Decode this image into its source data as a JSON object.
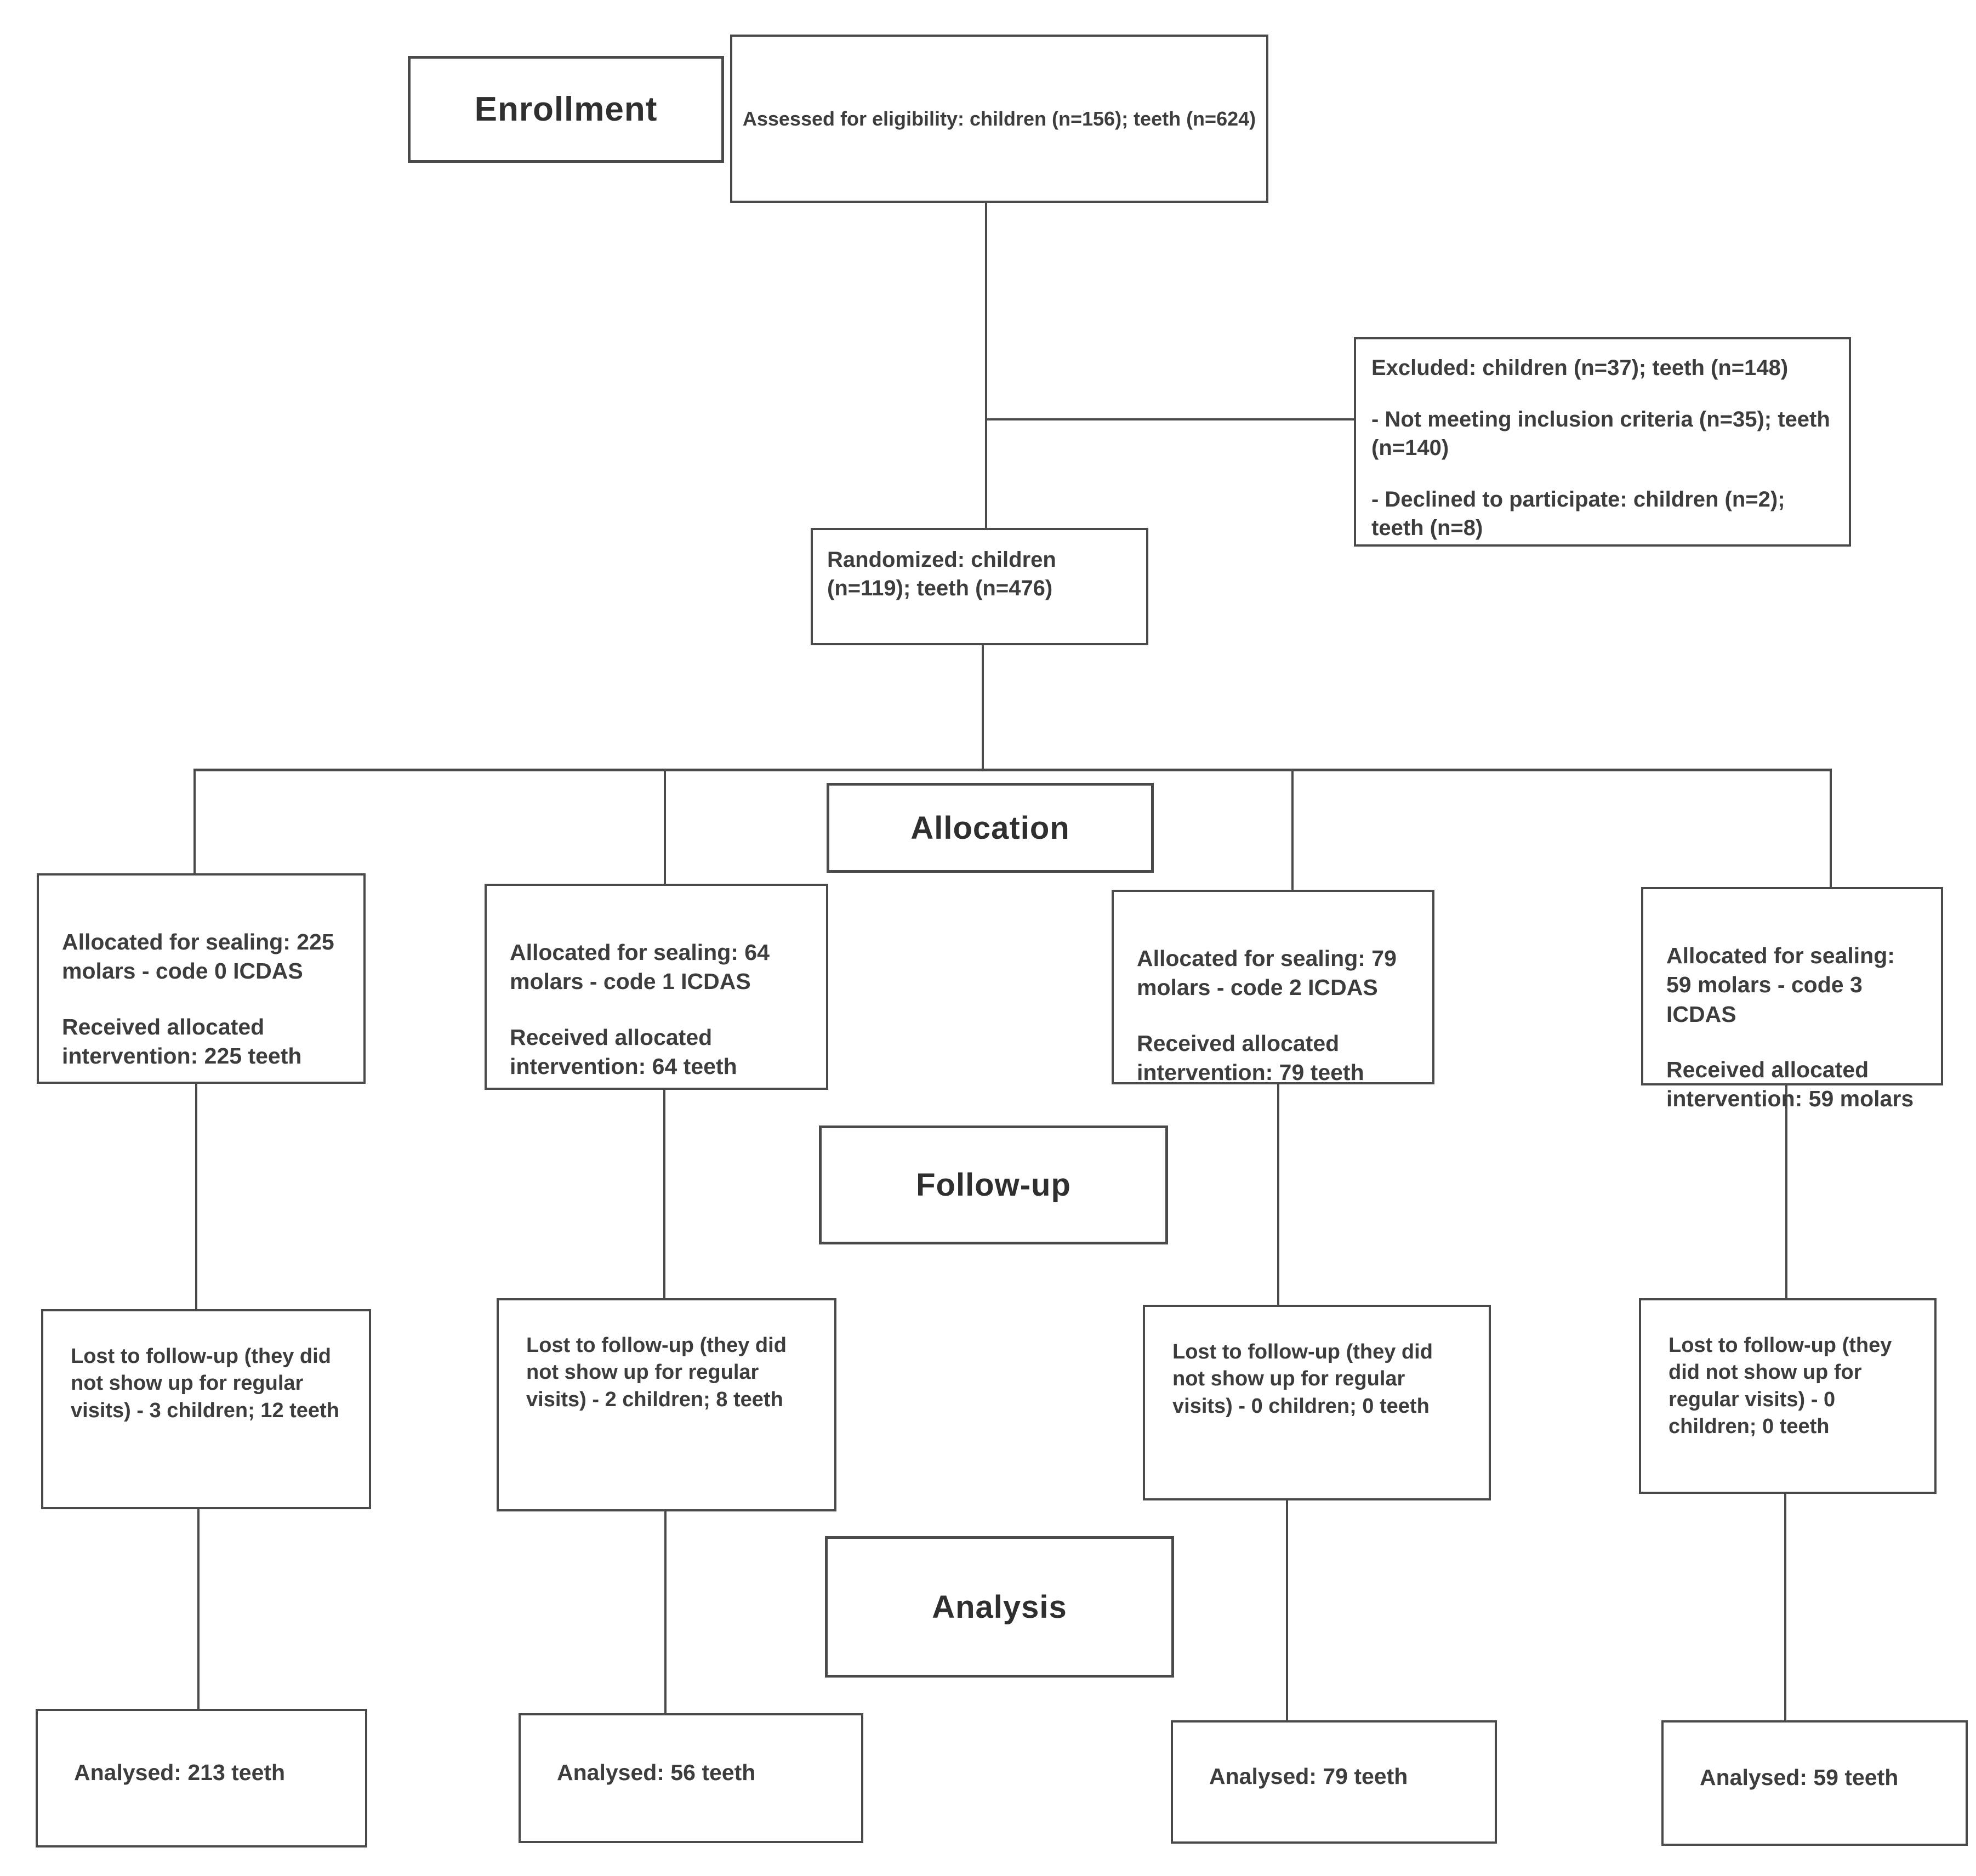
{
  "stages": {
    "enrollment": "Enrollment",
    "allocation": "Allocation",
    "follow_up": "Follow-up",
    "analysis": "Analysis"
  },
  "enrollment": {
    "assessed": "Assessed for eligibility: children (n=156); teeth (n=624)",
    "excluded": {
      "header": "Excluded: children (n=37); teeth (n=148)",
      "reason1": "- Not meeting inclusion criteria (n=35); teeth (n=140)",
      "reason2": "- Declined to participate: children (n=2); teeth (n=8)"
    },
    "randomized": "Randomized: children (n=119); teeth (n=476)"
  },
  "arms": [
    {
      "allocated": "Allocated for sealing: 225 molars - code 0 ICDAS",
      "received": "Received allocated intervention: 225 teeth",
      "lost": "Lost to follow-up (they did not show up for regular visits) - 3 children; 12 teeth",
      "analysed": "Analysed: 213 teeth"
    },
    {
      "allocated": "Allocated for sealing: 64 molars - code 1 ICDAS",
      "received": "Received allocated intervention: 64 teeth",
      "lost": "Lost to follow-up (they did not show up for regular visits) - 2 children; 8 teeth",
      "analysed": "Analysed: 56 teeth"
    },
    {
      "allocated": "Allocated for sealing: 79 molars - code 2 ICDAS",
      "received": "Received allocated intervention: 79 teeth",
      "lost": "Lost to follow-up (they did not show up for regular visits) - 0 children; 0 teeth",
      "analysed": "Analysed: 79 teeth"
    },
    {
      "allocated": "Allocated for sealing: 59 molars - code 3 ICDAS",
      "received": "Received allocated intervention: 59 molars",
      "lost": "Lost to follow-up (they did not show up for regular visits) - 0 children; 0 teeth",
      "analysed": "Analysed: 59 teeth"
    }
  ],
  "colors": {
    "border": "#4a4a4a",
    "text": "#3d3d3d",
    "background": "#ffffff"
  }
}
